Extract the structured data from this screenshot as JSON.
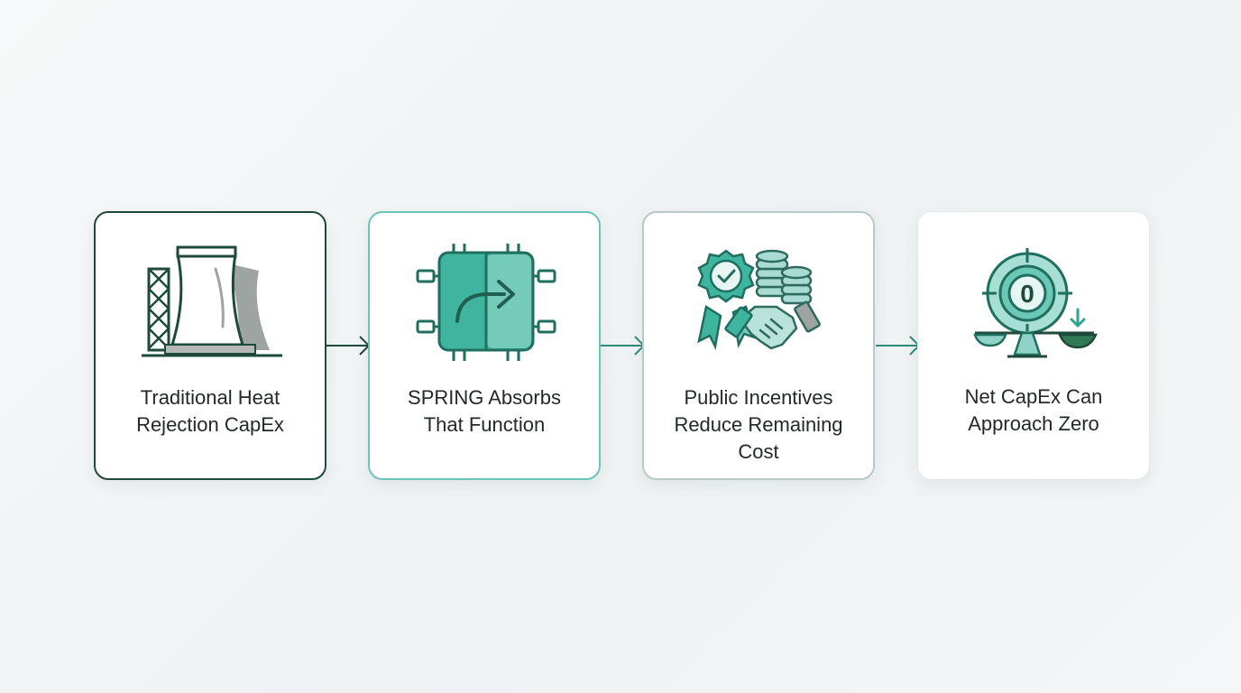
{
  "steps": [
    {
      "label_line1": "Traditional Heat",
      "label_line2": "Rejection CapEx",
      "label_line3": "",
      "icon": "cooling-tower-icon"
    },
    {
      "label_line1": "SPRING Absorbs",
      "label_line2": "That Function",
      "label_line3": "",
      "icon": "chip-redirect-icon"
    },
    {
      "label_line1": "Public Incentives",
      "label_line2": "Reduce Remaining",
      "label_line3": "Cost",
      "icon": "incentives-handshake-icon"
    },
    {
      "label_line1": "Net CapEx Can",
      "label_line2": "Approach Zero",
      "label_line3": "",
      "icon": "zero-target-scale-icon"
    }
  ],
  "zero_badge": "0",
  "colors": {
    "dark_green": "#1f4a3a",
    "teal": "#3fb5a0",
    "light_teal": "#8fd3c6",
    "gray": "#8a9290"
  }
}
